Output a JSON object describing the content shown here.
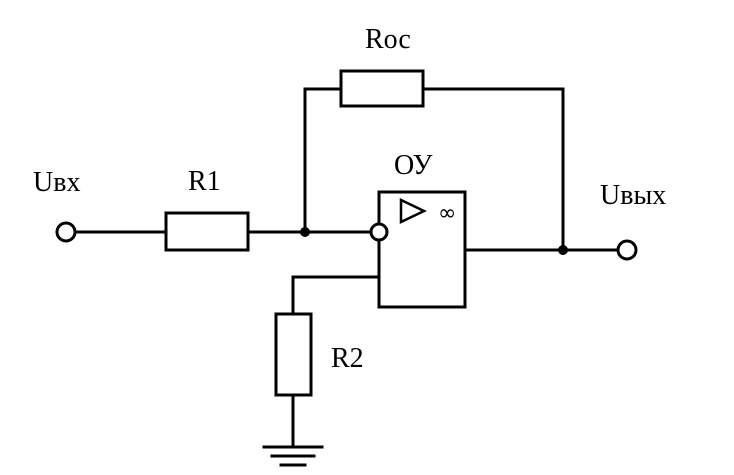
{
  "labels": {
    "input": "Uвх",
    "output": "Uвых",
    "r1": "R1",
    "r2": "R2",
    "roc": "Rос",
    "opamp": "ОУ"
  },
  "opamp_gain_symbol": "∞",
  "components": {
    "opamp_icon": "amplifier-triangle-icon",
    "ground_icon": "ground-icon"
  }
}
